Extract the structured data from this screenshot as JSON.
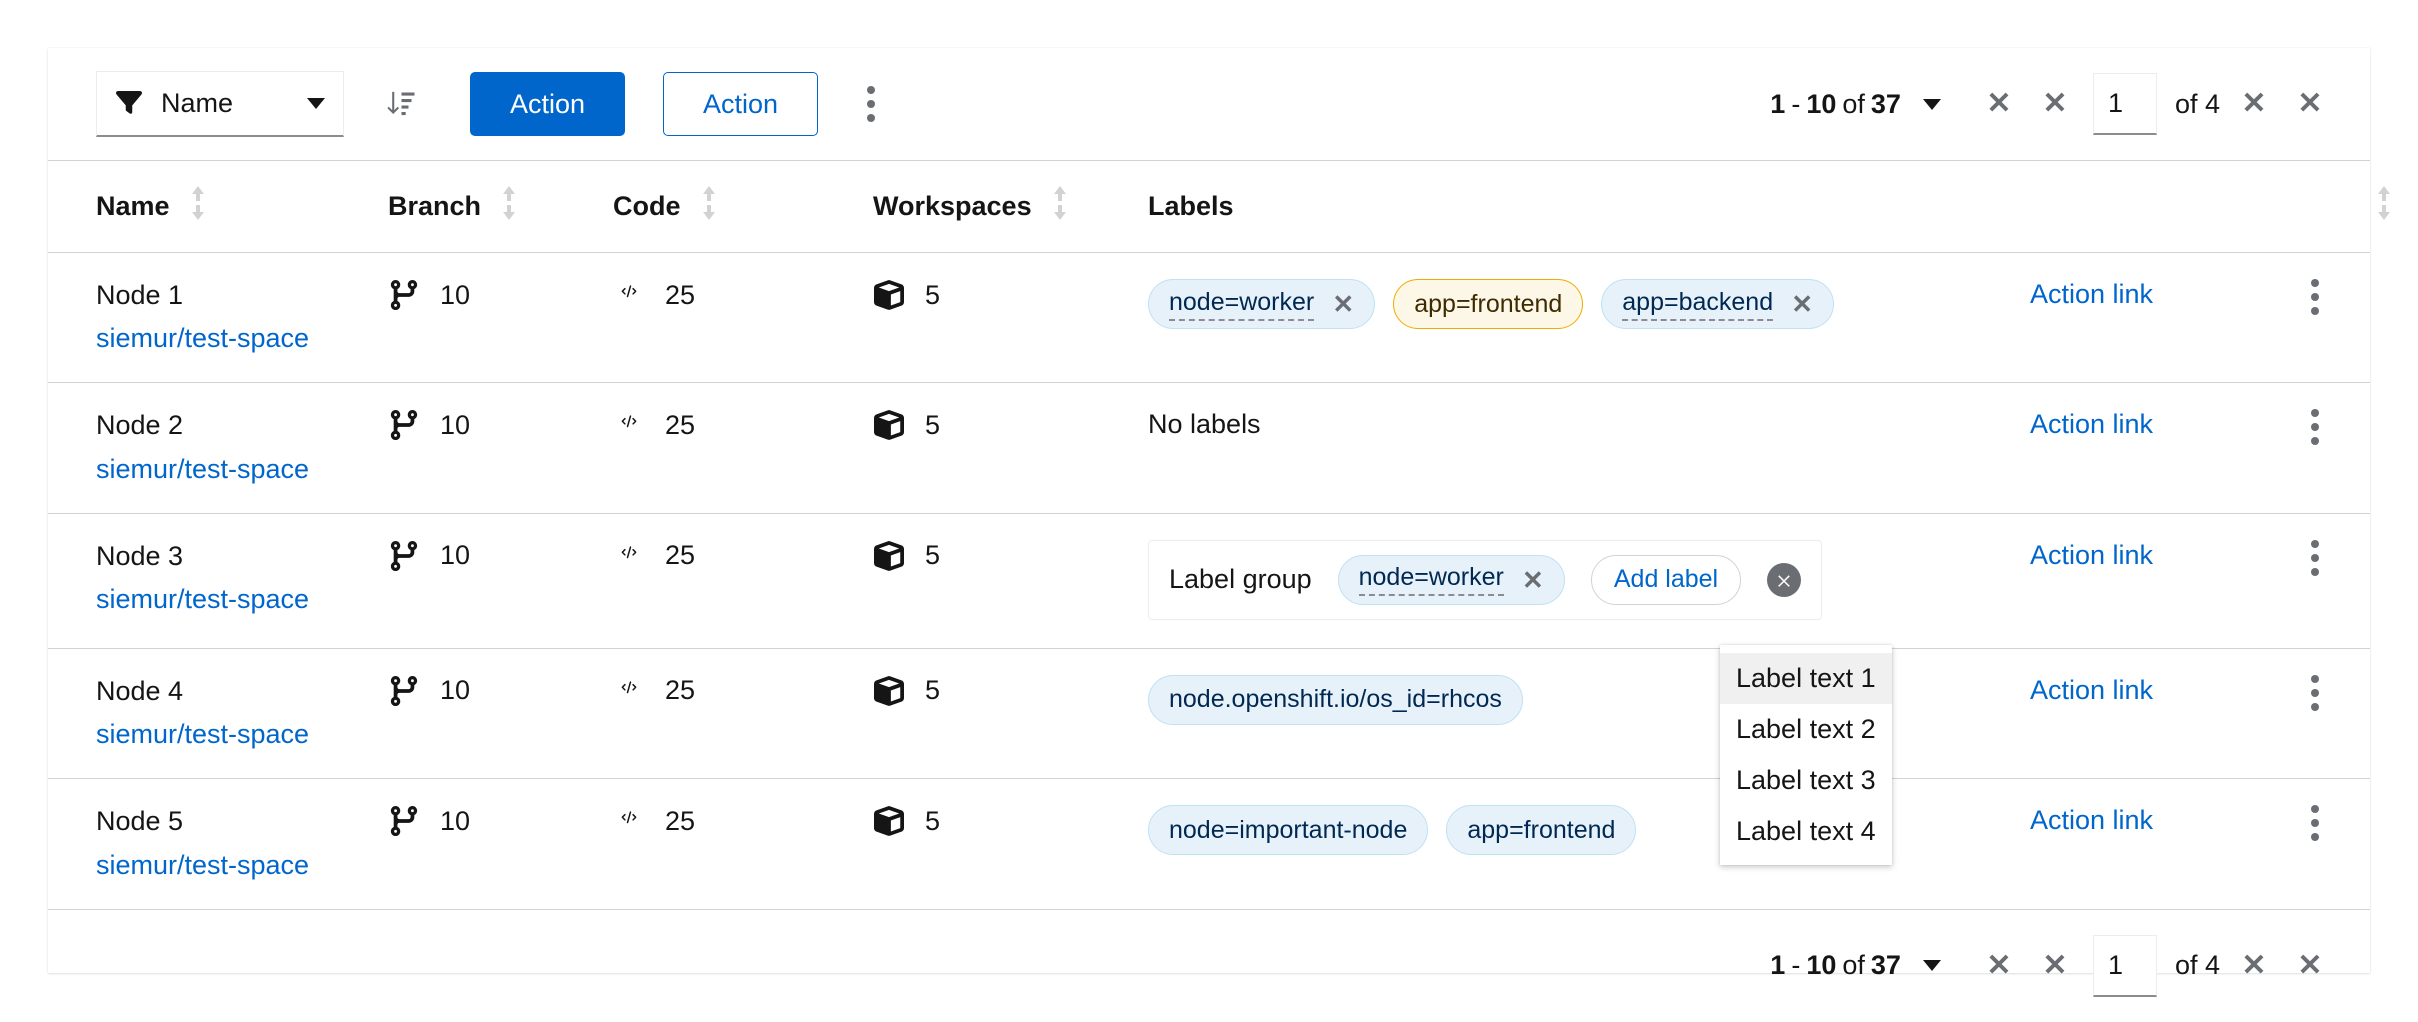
{
  "toolbar": {
    "filter": {
      "icon": "filter-icon",
      "label": "Name",
      "caret": "chevron-down-icon"
    },
    "sort_icon": "sort-amount-down-icon",
    "primary_action": "Action",
    "secondary_action": "Action",
    "kebab_icon": "kebab-vertical-icon"
  },
  "pagination": {
    "range_start": "1",
    "dash": "-",
    "range_end": "10",
    "of_word": "of",
    "total": "37",
    "caret": "chevron-down-icon",
    "first_icon": "angle-double-left-icon",
    "prev_icon": "angle-left-icon",
    "page_value": "1",
    "page_of": "of 4",
    "next_icon": "angle-right-icon",
    "last_icon": "angle-double-right-icon"
  },
  "table": {
    "columns": [
      {
        "label": "Name",
        "sort_icon": "sort-updown-icon"
      },
      {
        "label": "Branch",
        "sort_icon": "sort-updown-icon"
      },
      {
        "label": "Code",
        "sort_icon": "sort-updown-icon"
      },
      {
        "label": "Workspaces",
        "sort_icon": "sort-updown-icon"
      },
      {
        "label": "Labels",
        "sort_icon": "sort-updown-icon"
      }
    ],
    "branch_icon": "code-branch-icon",
    "code_icon": "code-icon",
    "workspaces_icon": "cube-icon",
    "action_link_label": "Action link",
    "row_kebab_icon": "kebab-vertical-icon",
    "rows": [
      {
        "name": "Node 1",
        "repo": "siemur/test-space",
        "branch": "10",
        "code": "25",
        "workspaces": "5",
        "labels_kind": "chips",
        "labels": [
          {
            "text": "node=worker",
            "color": "blue",
            "editable": true,
            "closable": true
          },
          {
            "text": "app=frontend",
            "color": "orange",
            "editable": false,
            "closable": false
          },
          {
            "text": "app=backend",
            "color": "blue",
            "editable": true,
            "closable": true
          }
        ]
      },
      {
        "name": "Node 2",
        "repo": "siemur/test-space",
        "branch": "10",
        "code": "25",
        "workspaces": "5",
        "labels_kind": "empty",
        "empty_text": "No labels",
        "labels": []
      },
      {
        "name": "Node 3",
        "repo": "siemur/test-space",
        "branch": "10",
        "code": "25",
        "workspaces": "5",
        "labels_kind": "group",
        "group_title": "Label group",
        "add_label": "Add label",
        "group_close_icon": "times-circle-icon",
        "labels": [
          {
            "text": "node=worker",
            "color": "blue",
            "editable": true,
            "closable": true
          }
        ]
      },
      {
        "name": "Node 4",
        "repo": "siemur/test-space",
        "branch": "10",
        "code": "25",
        "workspaces": "5",
        "labels_kind": "chips",
        "labels": [
          {
            "text": "node.openshift.io/os_id=rhcos",
            "color": "blue",
            "editable": false,
            "closable": false
          }
        ]
      },
      {
        "name": "Node 5",
        "repo": "siemur/test-space",
        "branch": "10",
        "code": "25",
        "workspaces": "5",
        "labels_kind": "chips",
        "labels": [
          {
            "text": "node=important-node",
            "color": "blue",
            "editable": false,
            "closable": false
          },
          {
            "text": "app=frontend",
            "color": "blue",
            "editable": false,
            "closable": false
          }
        ]
      }
    ]
  },
  "dropdown": {
    "items": [
      "Label text 1",
      "Label text 2",
      "Label text 3",
      "Label text 4"
    ],
    "active_index": 0
  },
  "colors": {
    "primary": "#0066cc",
    "chip_blue_bg": "#e7f1fa",
    "chip_blue_border": "#bee1f4",
    "chip_orange_bg": "#fdf7e7",
    "chip_orange_border": "#f0ab00",
    "text": "#151515",
    "muted": "#6a6e73",
    "border": "#d2d2d2"
  }
}
